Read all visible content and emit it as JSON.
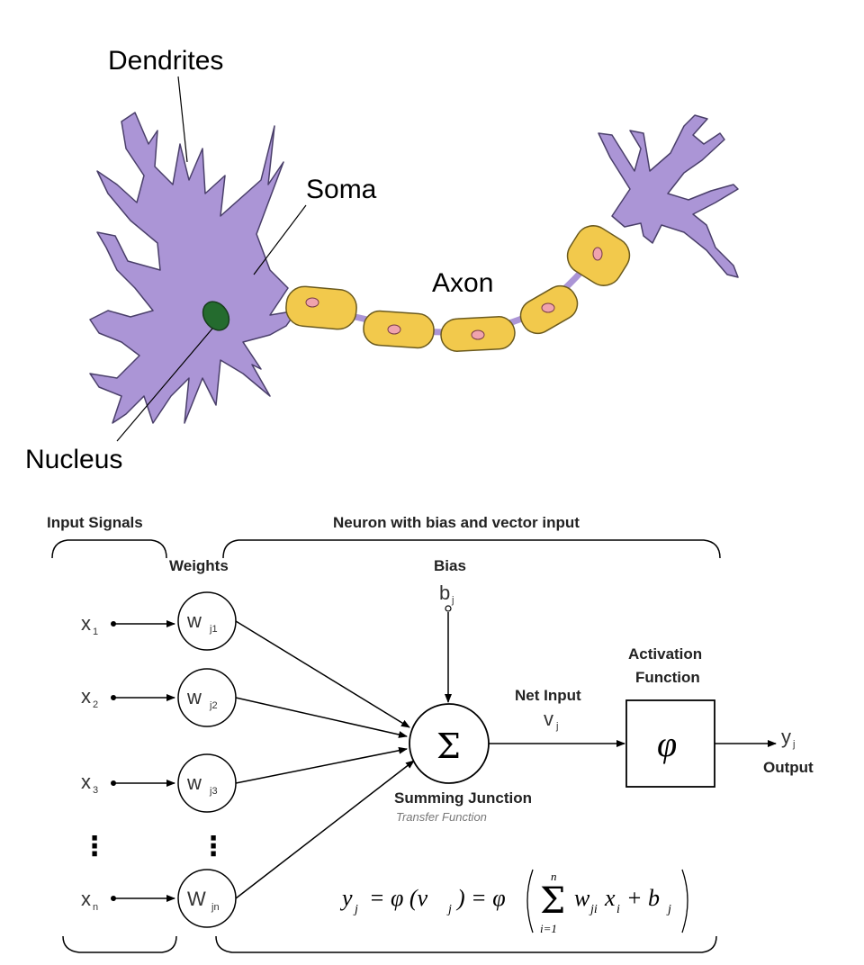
{
  "biology": {
    "labels": {
      "dendrites": "Dendrites",
      "soma": "Soma",
      "axon": "Axon",
      "nucleus": "Nucleus"
    },
    "colors": {
      "cell_body": "#ab95d6",
      "cell_outline": "#4a3f6a",
      "nucleus": "#246b2e",
      "myelin": "#f2c94c",
      "myelin_outline": "#6b5a1e",
      "myelin_dot": "#f0a3ad"
    }
  },
  "model": {
    "input_signals_label": "Input Signals",
    "neuron_label": "Neuron with bias and vector input",
    "weights_label": "Weights",
    "bias_label": "Bias",
    "bias_symbol": "b",
    "bias_sub": "j",
    "inputs": [
      {
        "sym": "x",
        "sub": "1"
      },
      {
        "sym": "x",
        "sub": "2"
      },
      {
        "sym": "x",
        "sub": "3"
      },
      {
        "sym": "x",
        "sub": "n"
      }
    ],
    "weights": [
      {
        "sym": "w",
        "sub": "j1"
      },
      {
        "sym": "w",
        "sub": "j2"
      },
      {
        "sym": "w",
        "sub": "j3"
      },
      {
        "sym": "W",
        "sub": "jn"
      }
    ],
    "ellipsis": "⋮",
    "sigma": "Σ",
    "summing_label": "Summing Junction",
    "transfer_label": "Transfer Function",
    "net_input_label": "Net Input",
    "net_input_symbol": "v",
    "net_input_sub": "j",
    "activation_label_line1": "Activation",
    "activation_label_line2": "Function",
    "phi": "φ",
    "output_symbol": "y",
    "output_sub": "j",
    "output_label": "Output",
    "formula": {
      "lhs": "y",
      "lhs_sub": "j",
      "eq1": "= φ (v",
      "eq1_sub": "j",
      "eq2": ") = φ",
      "sum_top": "n",
      "sum_bottom": "i=1",
      "term": "w",
      "term_sub": "ji",
      "term2": "x",
      "term2_sub": "i",
      "plus_b": "+ b",
      "plus_b_sub": "j"
    }
  }
}
